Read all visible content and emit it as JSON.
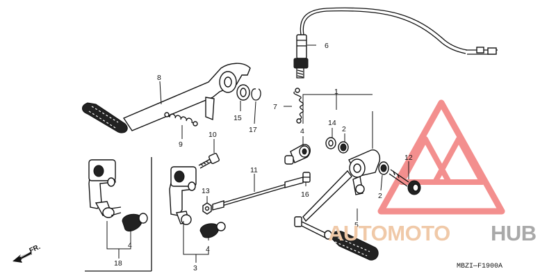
{
  "callouts": {
    "c1": "1",
    "c2a": "2",
    "c2b": "2",
    "c3": "3",
    "c4a": "4",
    "c4b": "4",
    "c4c": "4",
    "c5": "5",
    "c6": "6",
    "c7": "7",
    "c8": "8",
    "c9": "9",
    "c10": "10",
    "c11": "11",
    "c12": "12",
    "c13": "13",
    "c14": "14",
    "c15": "15",
    "c16": "16",
    "c17": "17",
    "c18": "18"
  },
  "direction_label": "FR.",
  "diagram_code": "MBZI—F1900A",
  "watermark": {
    "brand_left": "AUTOMOTO",
    "brand_right": "HUB",
    "logo_color": "#e8211f"
  },
  "icons": {
    "direction": "arrow-front-icon",
    "logo": "automotohub-logo-icon"
  }
}
